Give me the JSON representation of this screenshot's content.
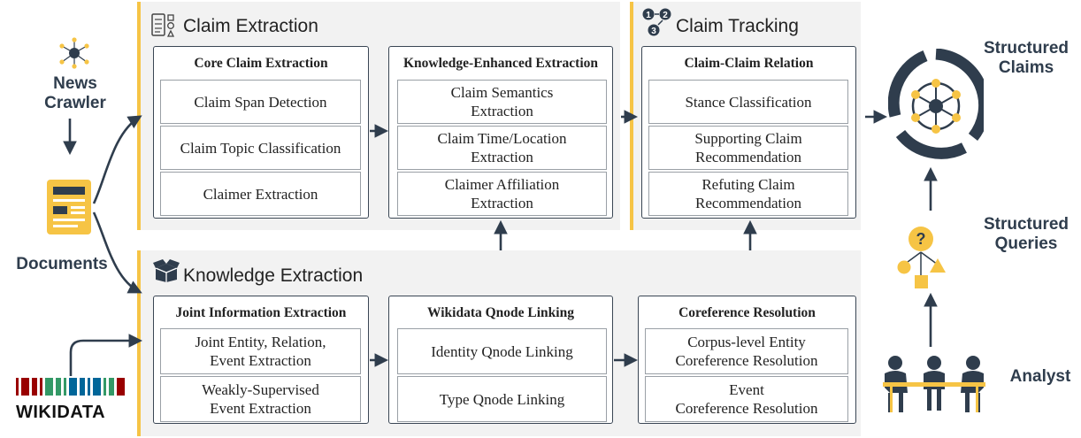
{
  "colors": {
    "dark": "#2f3d4d",
    "gold": "#f6c445",
    "panel": "#f2f2f2"
  },
  "left": {
    "crawler": "News\nCrawler",
    "documents": "Documents",
    "wikidata": "WIKIDATA"
  },
  "right": {
    "structured_claims": "Structured\nClaims",
    "structured_queries": "Structured\nQueries",
    "analyst": "Analyst"
  },
  "claim_extraction": {
    "title": "Claim Extraction",
    "core": {
      "title": "Core Claim Extraction",
      "items": [
        "Claim Span Detection",
        "Claim Topic Classification",
        "Claimer Extraction"
      ]
    },
    "knowledge": {
      "title": "Knowledge-Enhanced Extraction",
      "items": [
        "Claim Semantics\nExtraction",
        "Claim Time/Location\nExtraction",
        "Claimer Affiliation\nExtraction"
      ]
    }
  },
  "claim_tracking": {
    "title": "Claim Tracking",
    "relation": {
      "title": "Claim-Claim Relation",
      "items": [
        "Stance Classification",
        "Supporting Claim\nRecommendation",
        "Refuting Claim\nRecommendation"
      ]
    }
  },
  "knowledge_extraction": {
    "title": "Knowledge Extraction",
    "joint": {
      "title": "Joint Information Extraction",
      "items": [
        "Joint Entity, Relation,\nEvent Extraction",
        "Weakly-Supervised\nEvent Extraction"
      ]
    },
    "wikidata": {
      "title": "Wikidata Qnode Linking",
      "items": [
        "Identity Qnode Linking",
        "Type Qnode Linking"
      ]
    },
    "coref": {
      "title": "Coreference Resolution",
      "items": [
        "Corpus-level Entity\nCoreference Resolution",
        "Event\nCoreference Resolution"
      ]
    }
  }
}
